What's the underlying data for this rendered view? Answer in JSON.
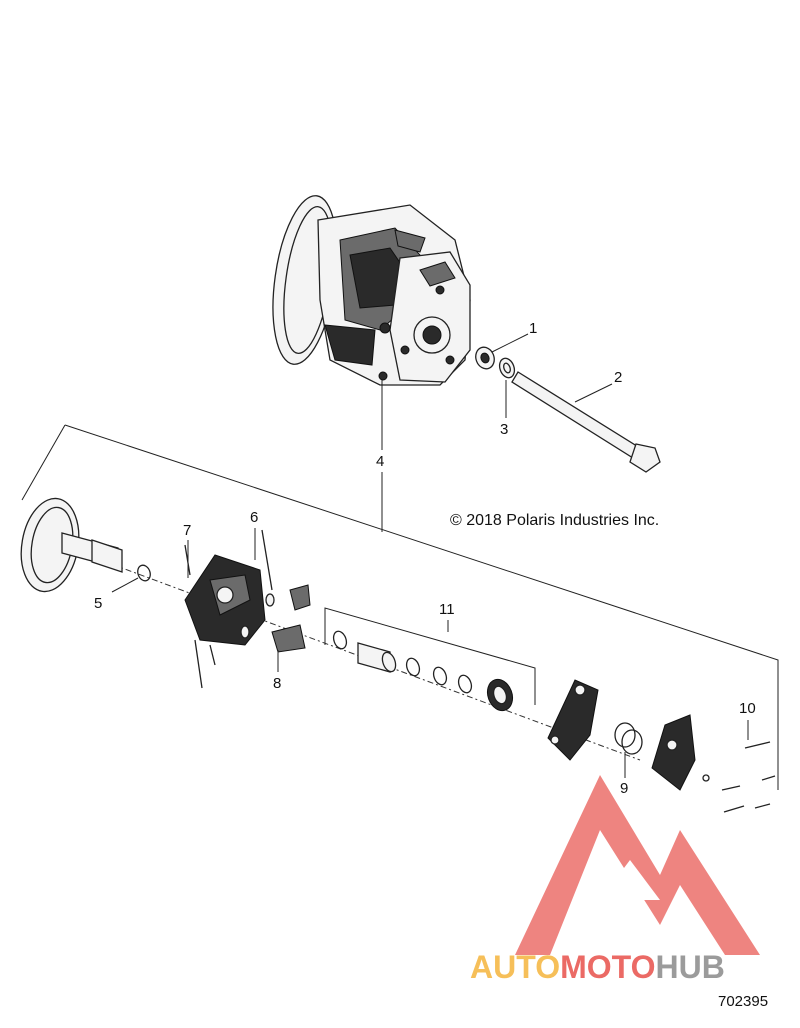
{
  "diagram": {
    "copyright": "© 2018 Polaris Industries Inc.",
    "diagram_id": "702395",
    "callouts": {
      "c1": "1",
      "c2": "2",
      "c3": "3",
      "c4": "4",
      "c5": "5",
      "c6": "6",
      "c7": "7",
      "c8": "8",
      "c9": "9",
      "c10": "10",
      "c11": "11"
    }
  },
  "watermark": {
    "part1": "AUTO",
    "part2": "MOTO",
    "part3": "HUB",
    "colors": {
      "red": "#e8514b",
      "orange": "#f5b53d",
      "gray": "#8a8a8a"
    },
    "logo_icon": "triangle-m-logo-icon"
  }
}
